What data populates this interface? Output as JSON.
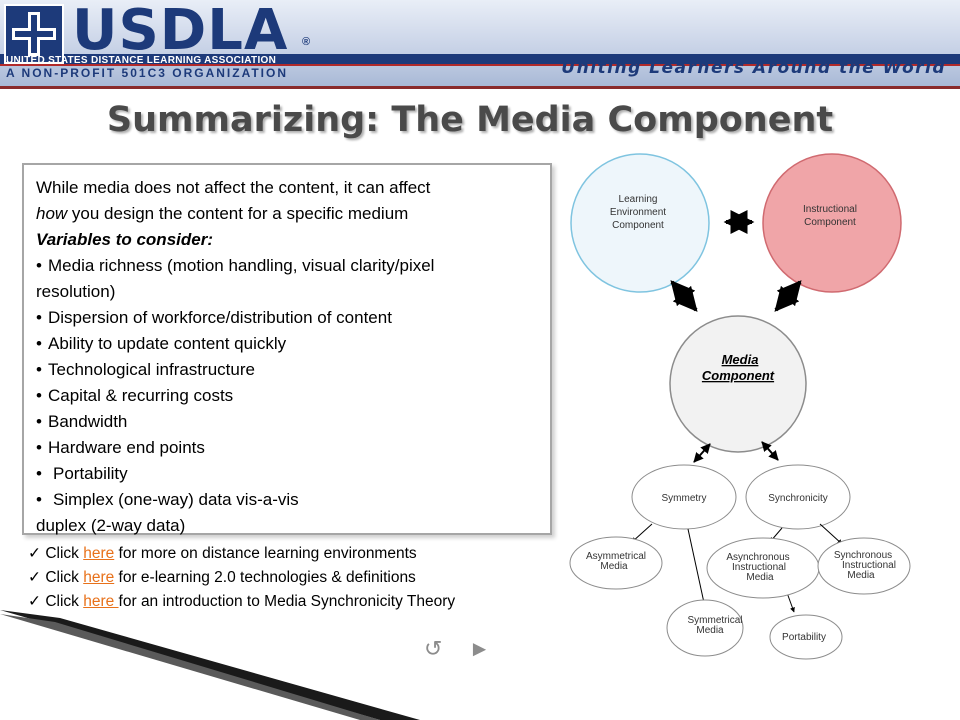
{
  "header": {
    "logo_text": "USDLA",
    "registered_mark": "®",
    "org_name": "UNITED STATES DISTANCE LEARNING ASSOCIATION",
    "org_subtitle": "A NON-PROFIT 501C3 ORGANIZATION",
    "tagline": "Uniting Learners Around the World"
  },
  "title": "Summarizing: The Media Component",
  "body": {
    "intro_1": "While media does not affect the content, it can affect",
    "intro_2_italic": "how",
    "intro_2_rest": " you design the content for a specific medium",
    "variables_heading": "Variables to consider:",
    "bullet_1a": "Media richness (motion handling, visual clarity/pixel",
    "bullet_1b": "resolution)",
    "bullet_2": "Dispersion of workforce/distribution of content",
    "bullet_3": "Ability to update content quickly",
    "bullet_4": "Technological infrastructure",
    "bullet_5": "Capital & recurring costs",
    "sub_1": "Bandwidth",
    "sub_2": "Hardware end points",
    "bullet_6": "Portability",
    "bullet_7a": "Simplex (one-way) data vis-a-vis",
    "bullet_7b": "duplex (2-way data)"
  },
  "links": [
    {
      "prefix": "Click ",
      "link": "here",
      "suffix": " for more on distance learning environments"
    },
    {
      "prefix": "Click ",
      "link": "here",
      "suffix": " for e-learning 2.0 technologies & definitions"
    },
    {
      "prefix": "Click ",
      "link": "here ",
      "suffix": "for an introduction to Media Synchronicity Theory"
    }
  ],
  "checkmark": "✓",
  "nav": {
    "return_icon": "↺",
    "next_icon": "►"
  },
  "diagram": {
    "learning_env": [
      "Learning",
      "Environment",
      "Component"
    ],
    "instructional": [
      "Instructional",
      "Component"
    ],
    "media": [
      "Media",
      "Component"
    ],
    "symmetry": "Symmetry",
    "synchronicity": "Synchronicity",
    "asym_media": [
      "Asymmetrical",
      "Media"
    ],
    "async_media": [
      "Asynchronous",
      "Instructional",
      "Media"
    ],
    "sync_media": [
      "Synchronous",
      "Instructional",
      "Media"
    ],
    "sym_media": [
      "Symmetrical",
      "Media"
    ],
    "portability": "Portability",
    "colors": {
      "learning_fill": "#eef6fb",
      "learning_stroke": "#7fc4e0",
      "instr_fill": "#f0a5a8",
      "instr_stroke": "#d06a70",
      "media_fill": "#f2f2f2",
      "node_stroke": "#8c8c8c"
    }
  }
}
